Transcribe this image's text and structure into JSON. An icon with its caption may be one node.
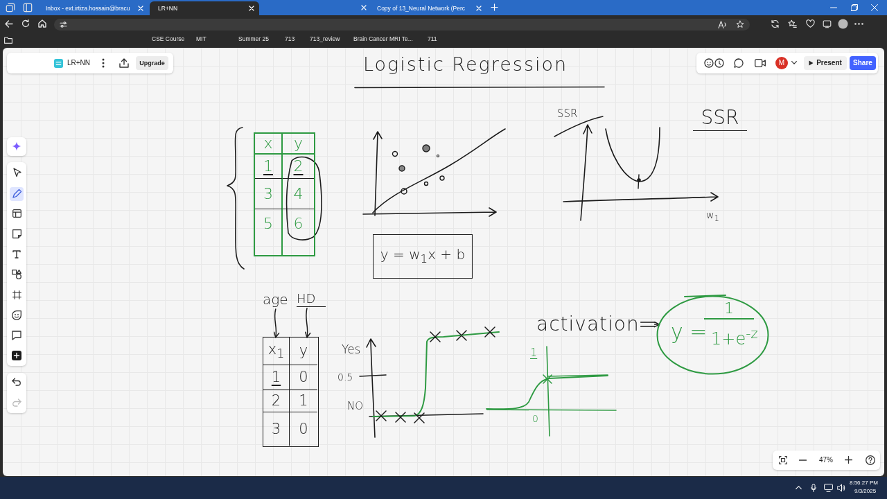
{
  "diagram": {
    "title": "Logistic Regression",
    "nodes": [
      {
        "text": [
          "y = w$_{1}$x + b"
        ]
      },
      {
        "text": [
          "age"
        ]
      },
      {
        "text": [
          "HD"
        ]
      },
      {
        "text": [
          "x$_{1}$"
        ]
      },
      {
        "text": [
          "y"
        ]
      },
      {
        "text": [
          "activation"
        ]
      },
      {
        "text": [
          "y =",
          "1",
          "1+e$^{-z}$"
        ]
      }
    ],
    "edges": [
      {
        "from": 1,
        "to": 3,
        "arrow": "to"
      },
      {
        "from": 2,
        "to": 4,
        "arrow": "to"
      },
      {
        "from": 5,
        "to": 6,
        "arrow": "to"
      }
    ],
    "labels": [
      "Inbox - ext.irtiza.hossain@bracu",
      "LR+NN",
      "Copy of 13_Neural Network (Perc",
      "CSE Course",
      "MIT",
      "Summer 25",
      "713",
      "713_review",
      "Brain Cancer MRI Te...",
      "711",
      "LR+NN",
      "Upgrade",
      "M",
      "Present",
      "Share",
      "x",
      "y",
      "1",
      "2",
      "3",
      "4",
      "5",
      "6",
      "SSR",
      "SSR",
      "w$_{1}$",
      "1",
      "0",
      "2",
      "1",
      "3",
      "0",
      "Yes",
      "0.5",
      "NO",
      "1",
      "0",
      "47%",
      "8:56:27 PM",
      "9/3/2025"
    ]
  }
}
